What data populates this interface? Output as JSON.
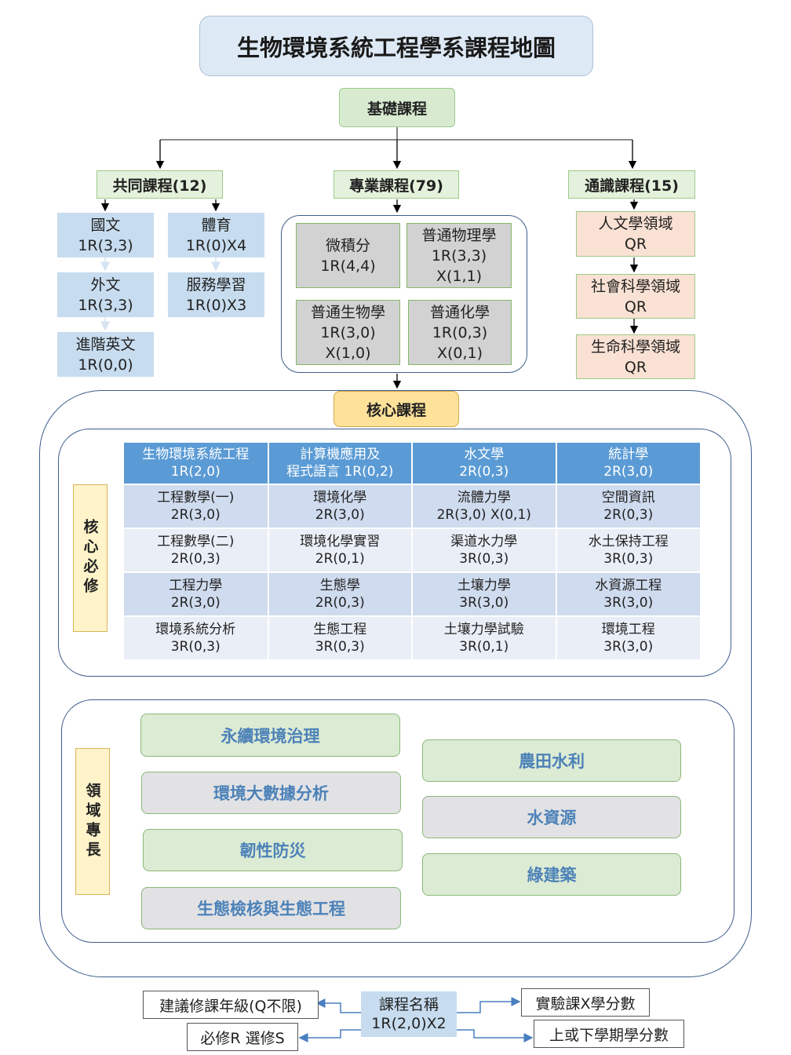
{
  "title": "生物環境系統工程學系課程地圖",
  "basic": "基礎課程",
  "categories": {
    "common": "共同課程(12)",
    "major": "專業課程(79)",
    "general": "通識課程(15)"
  },
  "common_courses": [
    {
      "name": "國文",
      "code": "1R(3,3)"
    },
    {
      "name": "外文",
      "code": "1R(3,3)"
    },
    {
      "name": "進階英文",
      "code": "1R(0,0)"
    },
    {
      "name": "體育",
      "code": "1R(0)X4"
    },
    {
      "name": "服務學習",
      "code": "1R(0)X3"
    }
  ],
  "major_courses": [
    {
      "name": "微積分",
      "lines": [
        "1R(4,4)"
      ]
    },
    {
      "name": "普通物理學",
      "lines": [
        "1R(3,3)",
        "X(1,1)"
      ]
    },
    {
      "name": "普通生物學",
      "lines": [
        "1R(3,0)",
        "X(1,0)"
      ]
    },
    {
      "name": "普通化學",
      "lines": [
        "1R(0,3)",
        "X(0,1)"
      ]
    }
  ],
  "general_courses": [
    {
      "name": "人文學領域",
      "code": "QR"
    },
    {
      "name": "社會科學領域",
      "code": "QR"
    },
    {
      "name": "生命科學領域",
      "code": "QR"
    }
  ],
  "core": "核心課程",
  "core_required_label": "核心必修",
  "core_table": {
    "header": [
      {
        "name": "生物環境系統工程",
        "code": "1R(2,0)"
      },
      {
        "name": "計算機應用及",
        "code": "程式語言 1R(0,2)"
      },
      {
        "name": "水文學",
        "code": "2R(0,3)"
      },
      {
        "name": "統計學",
        "code": "2R(3,0)"
      }
    ],
    "rows": [
      [
        {
          "name": "工程數學(一)",
          "code": "2R(3,0)"
        },
        {
          "name": "環境化學",
          "code": "2R(3,0)"
        },
        {
          "name": "流體力學",
          "code": "2R(3,0) X(0,1)"
        },
        {
          "name": "空間資訊",
          "code": "2R(0,3)"
        }
      ],
      [
        {
          "name": "工程數學(二)",
          "code": "2R(0,3)"
        },
        {
          "name": "環境化學實習",
          "code": "2R(0,1)"
        },
        {
          "name": "渠道水力學",
          "code": "3R(0,3)"
        },
        {
          "name": "水土保持工程",
          "code": "3R(0,3)"
        }
      ],
      [
        {
          "name": "工程力學",
          "code": "2R(3,0)"
        },
        {
          "name": "生態學",
          "code": "2R(0,3)"
        },
        {
          "name": "土壤力學",
          "code": "3R(3,0)"
        },
        {
          "name": "水資源工程",
          "code": "3R(3,0)"
        }
      ],
      [
        {
          "name": "環境系統分析",
          "code": "3R(0,3)"
        },
        {
          "name": "生態工程",
          "code": "3R(0,3)"
        },
        {
          "name": "土壤力學試驗",
          "code": "3R(0,1)"
        },
        {
          "name": "環境工程",
          "code": "3R(3,0)"
        }
      ]
    ]
  },
  "specialty_label": "領域專長",
  "specialties_left": [
    "永續環境治理",
    "環境大數據分析",
    "韌性防災",
    "生態檢核與生態工程"
  ],
  "specialties_right": [
    "農田水利",
    "水資源",
    "綠建築"
  ],
  "legend": {
    "name": "課程名稱",
    "code": "1R(2,0)X2",
    "grade": "建議修課年級(Q不限)",
    "required": "必修R 選修S",
    "lab": "實驗課X學分數",
    "semester": "上或下學期學分數"
  },
  "colors": {
    "header_blue": "#5b9bd5",
    "green": "#d8ebd0",
    "peach": "#f9e1d3",
    "gray": "#d2d2d2",
    "core_yellow": "#ffe299"
  }
}
